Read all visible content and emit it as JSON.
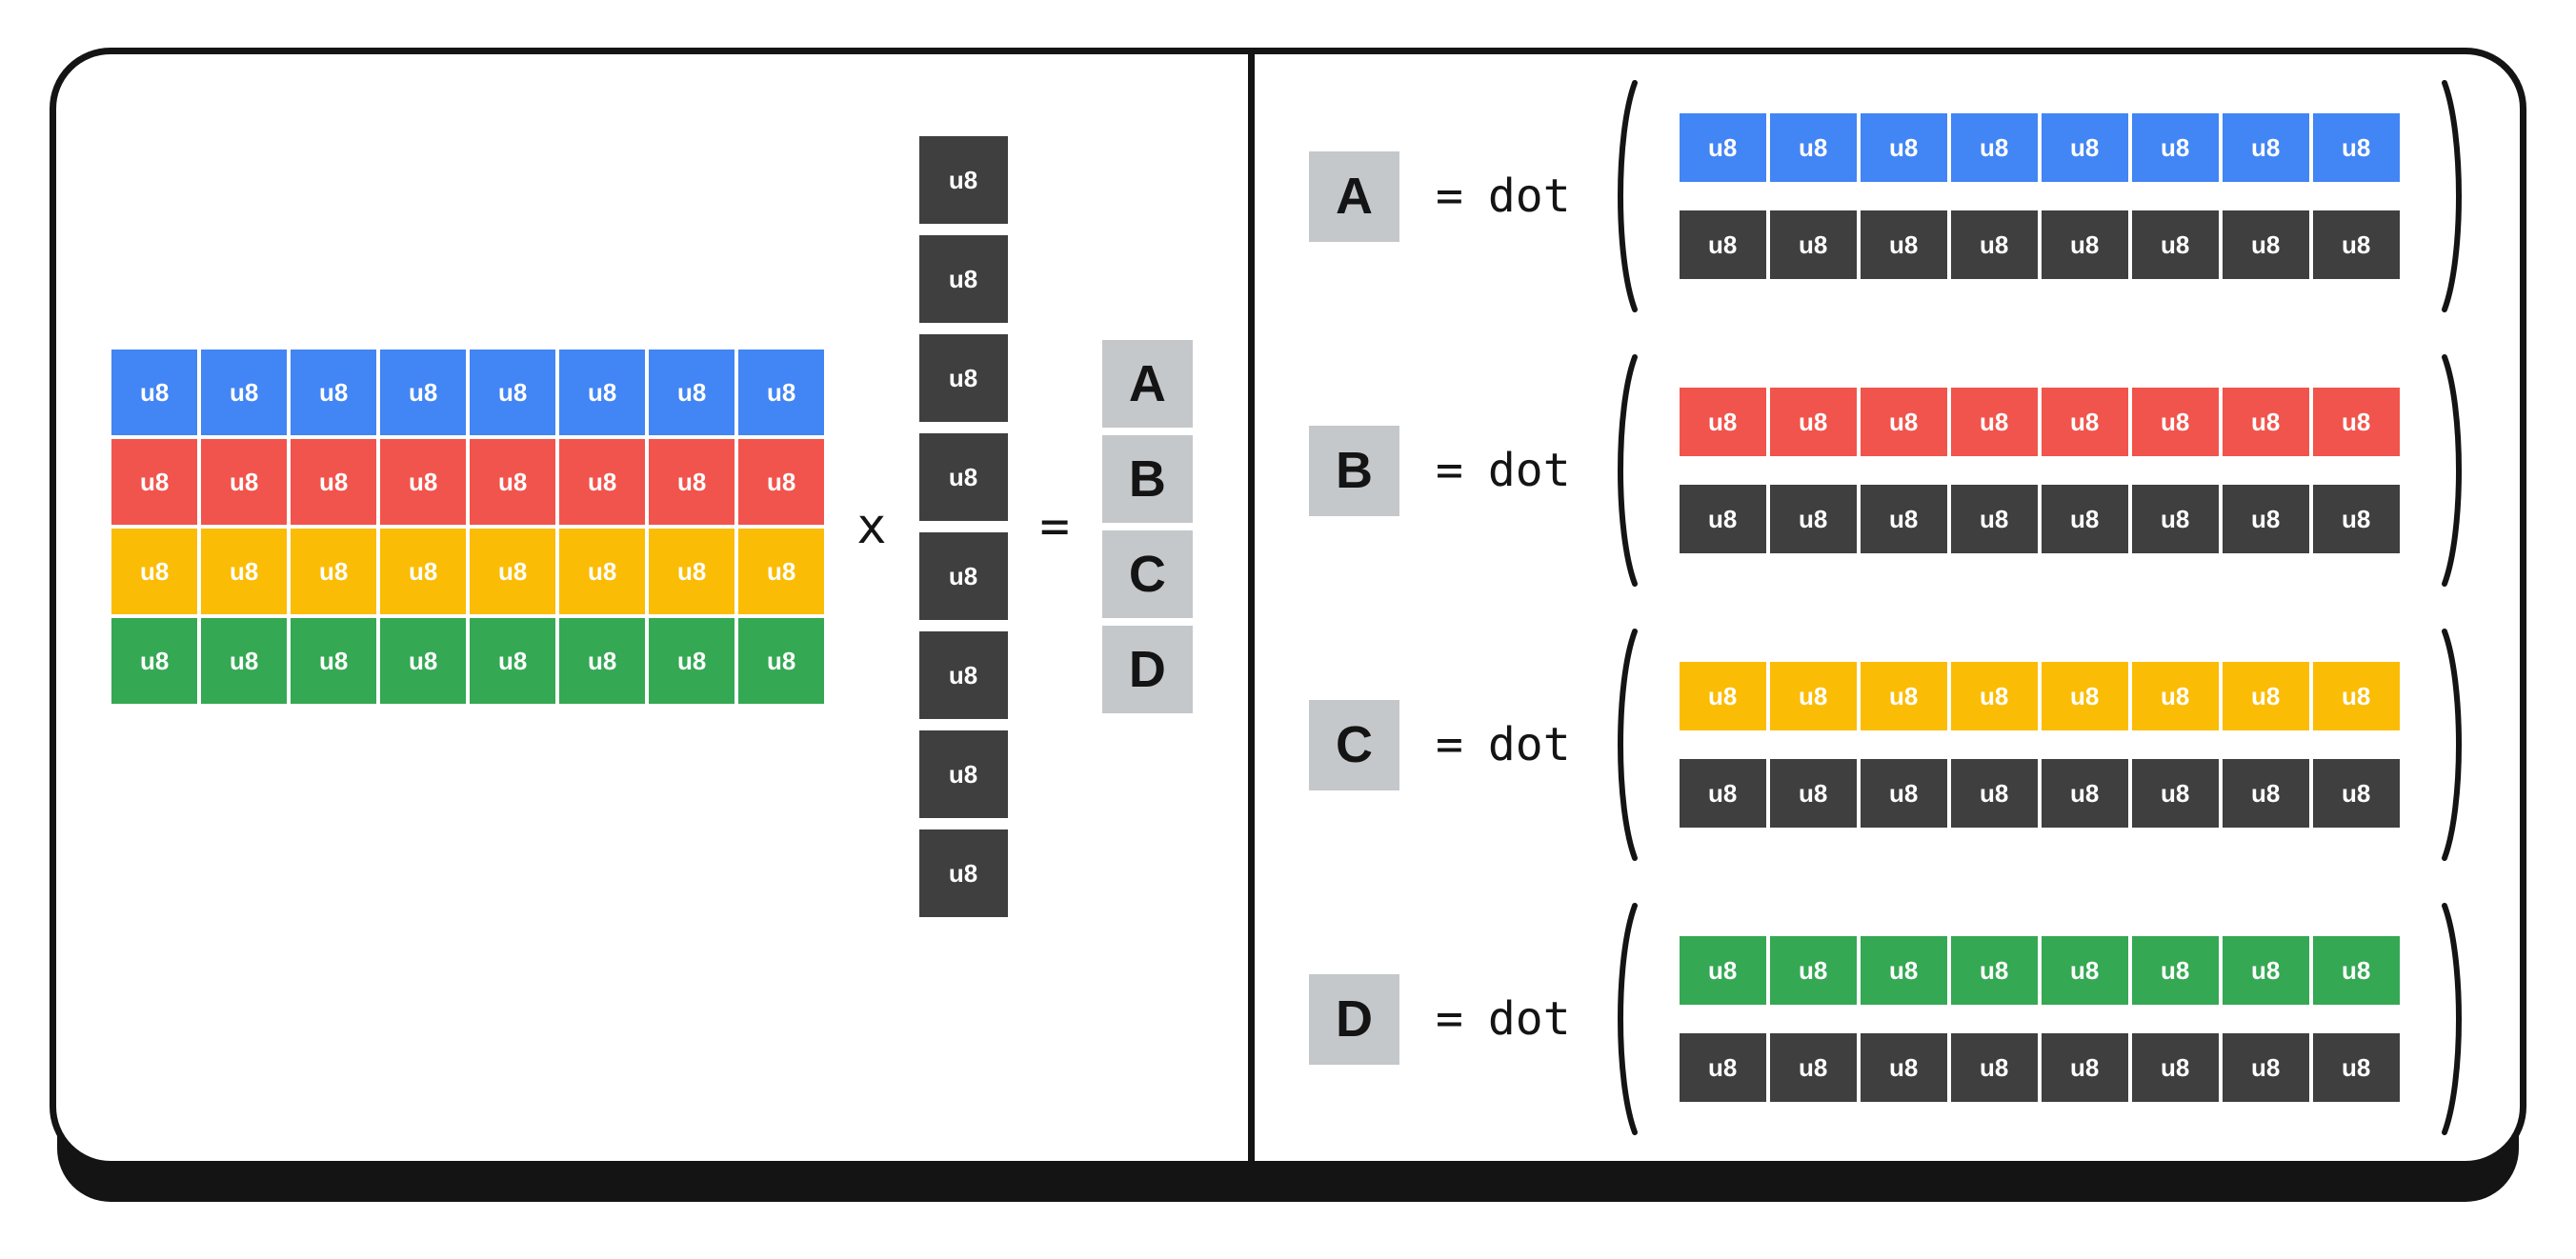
{
  "diagram": {
    "cell_label": "u8",
    "multiply_symbol": "x",
    "equals_symbol": "=",
    "dot_label": "dot",
    "colors": {
      "blue": "#4285f4",
      "red": "#f1544c",
      "yellow": "#fbbc05",
      "green": "#34a853",
      "dark": "#3f3f3f",
      "light_gray": "#c4c8cb",
      "outline": "#141414"
    },
    "matrix": {
      "columns": 8,
      "rows": [
        {
          "color": "blue"
        },
        {
          "color": "red"
        },
        {
          "color": "yellow"
        },
        {
          "color": "green"
        }
      ]
    },
    "input_vector": {
      "length": 8,
      "color": "dark"
    },
    "result_vector": [
      "A",
      "B",
      "C",
      "D"
    ],
    "dot_products": [
      {
        "result": "A",
        "row_color": "blue"
      },
      {
        "result": "B",
        "row_color": "red"
      },
      {
        "result": "C",
        "row_color": "yellow"
      },
      {
        "result": "D",
        "row_color": "green"
      }
    ]
  }
}
